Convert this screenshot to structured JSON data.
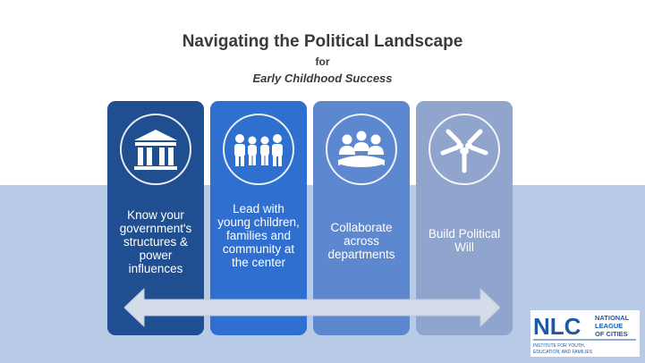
{
  "slide": {
    "title": "Navigating the Political Landscape",
    "subtitle_for": "for",
    "subtitle": "Early Childhood Success"
  },
  "colors": {
    "card1": "#1f4e91",
    "card2": "#2e6fd0",
    "card3": "#5d88d0",
    "card4": "#8fa5cd",
    "band": "#b7cbe6",
    "arrow": "#d4dcea",
    "logo_blue": "#1c5aa6"
  },
  "cards": [
    {
      "label": "Know your government's structures & power influences",
      "icon": "government-building-icon"
    },
    {
      "label": "Lead with young children, families and community at the center",
      "icon": "family-group-icon"
    },
    {
      "label": "Collaborate across departments",
      "icon": "meeting-table-icon"
    },
    {
      "label": "Build Political Will",
      "icon": "joined-hands-icon"
    }
  ],
  "logo": {
    "abbr": "NLC",
    "line1": "NATIONAL",
    "line2": "LEAGUE",
    "line3": "OF CITIES",
    "tag1": "INSTITUTE FOR YOUTH,",
    "tag2": "EDUCATION, AND FAMILIES"
  }
}
